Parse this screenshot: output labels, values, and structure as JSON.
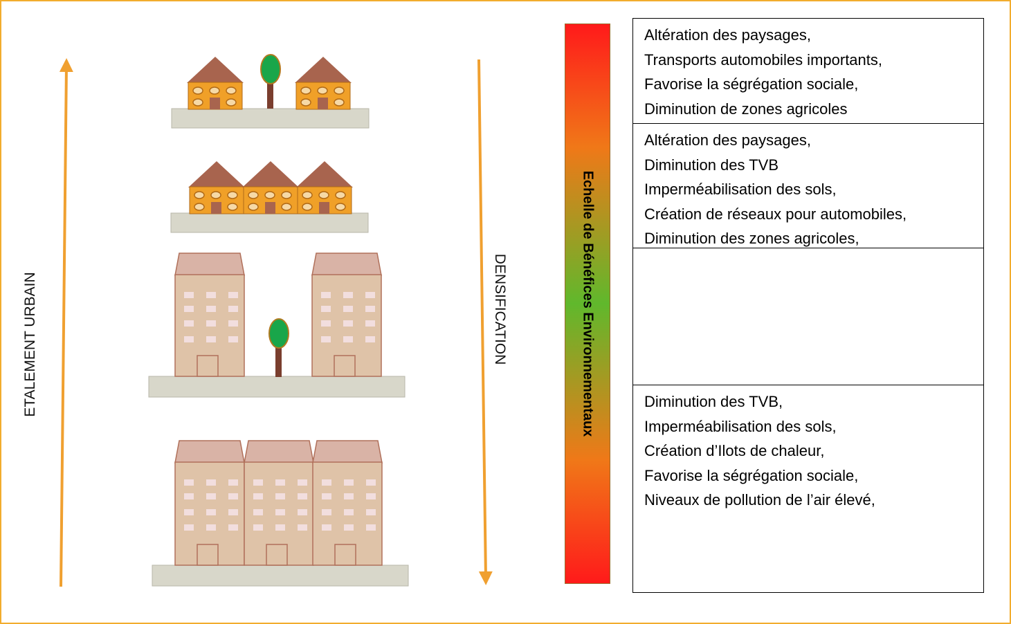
{
  "diagram": {
    "left_axis_label": "ETALEMENT URBAIN",
    "right_axis_label": "DENSIFICATION",
    "scale_title": "Echelle de Bénéfices Environnementaux",
    "colors": {
      "frame": "#f2ac2e",
      "arrow": "#f0a030",
      "house_wall": "#f0a028",
      "house_roof": "#a8644e",
      "building_wall": "#dfc3a8",
      "building_roof": "#d9b3a6",
      "tree_crown": "#19a64a",
      "trunk": "#7a3e2e",
      "ground": "#d8d7ca",
      "scale_red": "#ff1a1a",
      "scale_orange": "#f07818",
      "scale_green": "#60b82c"
    },
    "rows": [
      {
        "type": "detached-houses",
        "icons": [
          "house-icon",
          "tree-icon",
          "house-icon"
        ]
      },
      {
        "type": "terraced-houses",
        "icons": [
          "house-icon",
          "house-icon",
          "house-icon"
        ]
      },
      {
        "type": "detached-buildings",
        "icons": [
          "building-icon",
          "tree-icon",
          "building-icon"
        ]
      },
      {
        "type": "terraced-buildings",
        "icons": [
          "building-icon",
          "building-icon",
          "building-icon"
        ]
      }
    ]
  },
  "impacts": [
    {
      "lines": [
        "Altération des paysages,",
        "Transports automobiles importants,",
        "Favorise la ségrégation sociale,",
        "Diminution de zones agricoles"
      ]
    },
    {
      "lines": [
        "Altération des paysages,",
        "Diminution des TVB",
        "Imperméabilisation des sols,",
        "Création de réseaux pour automobiles,",
        "Diminution des zones agricoles,"
      ]
    },
    {
      "lines": []
    },
    {
      "lines": [
        "Diminution des TVB,",
        "Imperméabilisation des sols,",
        "Création d’Ilots de chaleur,",
        "Favorise la ségrégation sociale,",
        "Niveaux de pollution de l’air élevé,"
      ]
    }
  ]
}
